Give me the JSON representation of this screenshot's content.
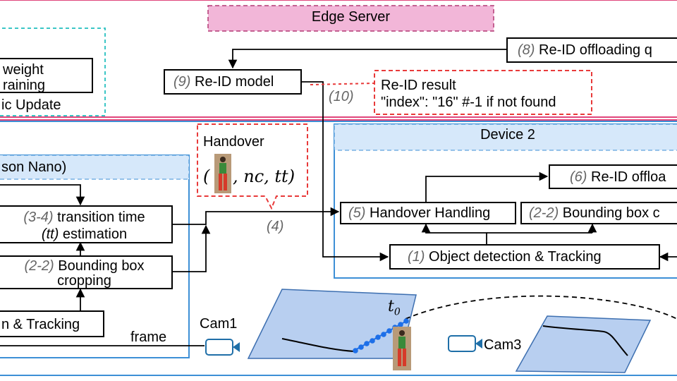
{
  "edge_server": {
    "title": "Edge Server",
    "model_box_lines": [
      "weight",
      "raining"
    ],
    "model_update_text": "ic Update",
    "reid_model": {
      "num": "(9)",
      "label": "Re-ID model"
    },
    "offload_queue": {
      "num": "(8)",
      "label": "Re-ID offloading q"
    },
    "reid_result": {
      "title": "Re-ID result",
      "detail": "\"index\": \"16\" #-1 if not found"
    },
    "edge_label_10": "(10)"
  },
  "device1": {
    "title": "son Nano)",
    "transition_box": {
      "num": "(3-4)",
      "label": "transition time",
      "line2_it": "(tt)",
      "line2": " estimation"
    },
    "crop_box": {
      "num": "(2-2)",
      "label": "Bounding box",
      "line2": "cropping"
    },
    "tracking_box": "n & Tracking",
    "frame_label": "frame",
    "cam1": "Cam1"
  },
  "handover": {
    "title": "Handover",
    "tuple_open": "(",
    "tuple_rest": ", nc, tt)",
    "edge_label_4": "(4)"
  },
  "device2": {
    "title": "Device 2",
    "handover_box": {
      "num": "(5)",
      "label": "Handover Handling"
    },
    "crop_box": {
      "num": "(2-2)",
      "label": "Bounding box c"
    },
    "offload_box": {
      "num": "(6)",
      "label": "Re-ID offloa"
    },
    "detect_box": {
      "num": "(1)",
      "label": "Object detection & Tracking"
    }
  },
  "scene": {
    "t0": "t",
    "t0_sub": "0",
    "cam3": "Cam3"
  },
  "colors": {
    "edge_border": "#e0457b",
    "edge_fill": "#f2b6d8",
    "device_border": "#3d8fd6",
    "device_header": "#d6e8fa",
    "dashed_red": "#e83a3a",
    "dashed_teal": "#3cc6c6",
    "plane_fill": "#b8cff0",
    "track_points": "#1d6fe8",
    "camera_border": "#1f6fa8"
  }
}
